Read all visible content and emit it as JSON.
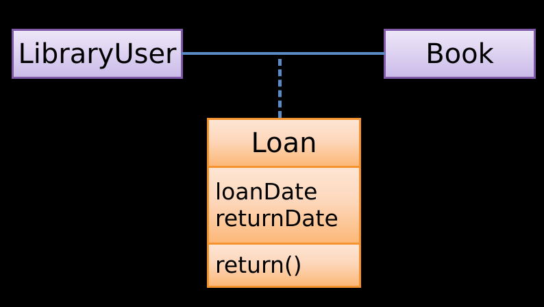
{
  "diagram": {
    "type": "uml-class-diagram",
    "background_color": "#000000",
    "classes": [
      {
        "id": "libraryuser",
        "name": "LibraryUser",
        "kind": "class",
        "fill_top": "#ece6f8",
        "fill_bottom": "#cbbce9",
        "border_color": "#7f58a8",
        "compartments": [
          "name"
        ]
      },
      {
        "id": "book",
        "name": "Book",
        "kind": "class",
        "fill_top": "#ece6f8",
        "fill_bottom": "#cbbce9",
        "border_color": "#7f58a8",
        "compartments": [
          "name"
        ]
      },
      {
        "id": "loan",
        "name": "Loan",
        "kind": "association-class",
        "fill_top": "#fde5d4",
        "fill_bottom": "#fcb878",
        "border_color": "#f5932f",
        "attributes": [
          "loanDate",
          "returnDate"
        ],
        "operations": [
          "return()"
        ]
      }
    ],
    "relationships": [
      {
        "id": "association-libraryuser-book",
        "style": "solid",
        "color": "#5b8bc4",
        "source": "LibraryUser",
        "target": "Book",
        "label": ""
      },
      {
        "id": "association-class-link",
        "style": "dashed",
        "color": "#5b8bc4",
        "source": "association-libraryuser-book",
        "target": "Loan",
        "label": ""
      }
    ]
  }
}
